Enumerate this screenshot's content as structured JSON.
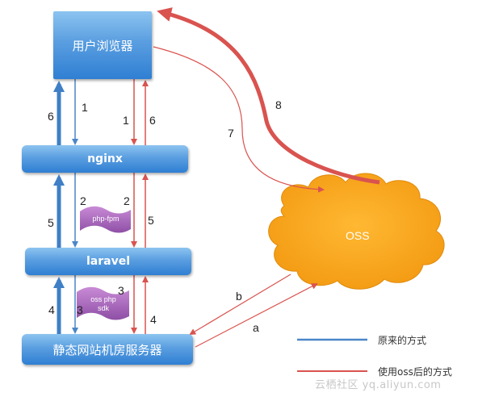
{
  "nodes": {
    "browser": "用户浏览器",
    "nginx": "nginx",
    "laravel": "laravel",
    "server": "静态网站机房服务器",
    "oss": "OSS"
  },
  "components": {
    "php_fpm": "php-fpm",
    "oss_sdk_line1": "oss php",
    "oss_sdk_line2": "sdk"
  },
  "step_labels": {
    "blue_down_1": "1",
    "blue_up_6": "6",
    "red_down_1": "1",
    "red_up_6": "6",
    "blue_down_2": "2",
    "blue_up_5": "5",
    "red_down_2": "2",
    "red_up_5": "5",
    "blue_down_3": "3",
    "blue_up_4": "4",
    "red_down_3": "3",
    "red_up_4": "4",
    "red_to_oss_7": "7",
    "red_oss_to_browser_8": "8",
    "oss_to_server_b": "b",
    "server_to_oss_a": "a"
  },
  "legend": {
    "original": "原来的方式",
    "with_oss": "使用oss后的方式"
  },
  "colors": {
    "original_flow": "#4a86c8",
    "oss_flow": "#d9534f",
    "box_fill": "#4f94dc",
    "cloud_fill": "#f7a823"
  },
  "watermark": "云栖社区 yq.aliyun.com"
}
